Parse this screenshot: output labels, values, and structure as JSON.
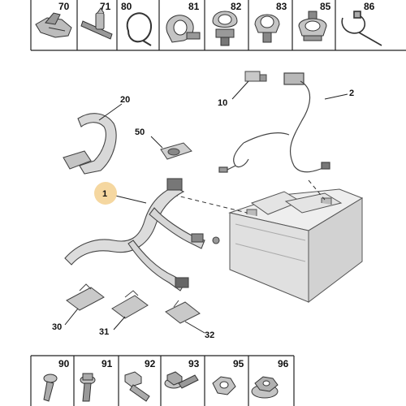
{
  "top_strip": {
    "cells": [
      {
        "label": "70",
        "icon": "hook-clip-icon"
      },
      {
        "label": "71",
        "icon": "edge-clip-icon"
      },
      {
        "label": "80",
        "icon": "cable-loop-icon"
      },
      {
        "label": "81",
        "icon": "strap-clamp-icon"
      },
      {
        "label": "82",
        "icon": "fir-tree-clip-icon"
      },
      {
        "label": "83",
        "icon": "push-pin-clamp-icon"
      },
      {
        "label": "85",
        "icon": "stud-clamp-icon"
      },
      {
        "label": "86",
        "icon": "cable-tie-icon"
      }
    ]
  },
  "bottom_strip": {
    "cells": [
      {
        "label": "90",
        "icon": "screw-icon"
      },
      {
        "label": "91",
        "icon": "bolt-washer-icon"
      },
      {
        "label": "92",
        "icon": "hex-bolt-icon"
      },
      {
        "label": "93",
        "icon": "flange-bolt-icon"
      },
      {
        "label": "95",
        "icon": "nut-icon"
      },
      {
        "label": "96",
        "icon": "flange-nut-icon"
      }
    ]
  },
  "callouts": [
    {
      "label": "1"
    },
    {
      "label": "2"
    },
    {
      "label": "10"
    },
    {
      "label": "20"
    },
    {
      "label": "30"
    },
    {
      "label": "31"
    },
    {
      "label": "32"
    },
    {
      "label": "50"
    }
  ]
}
